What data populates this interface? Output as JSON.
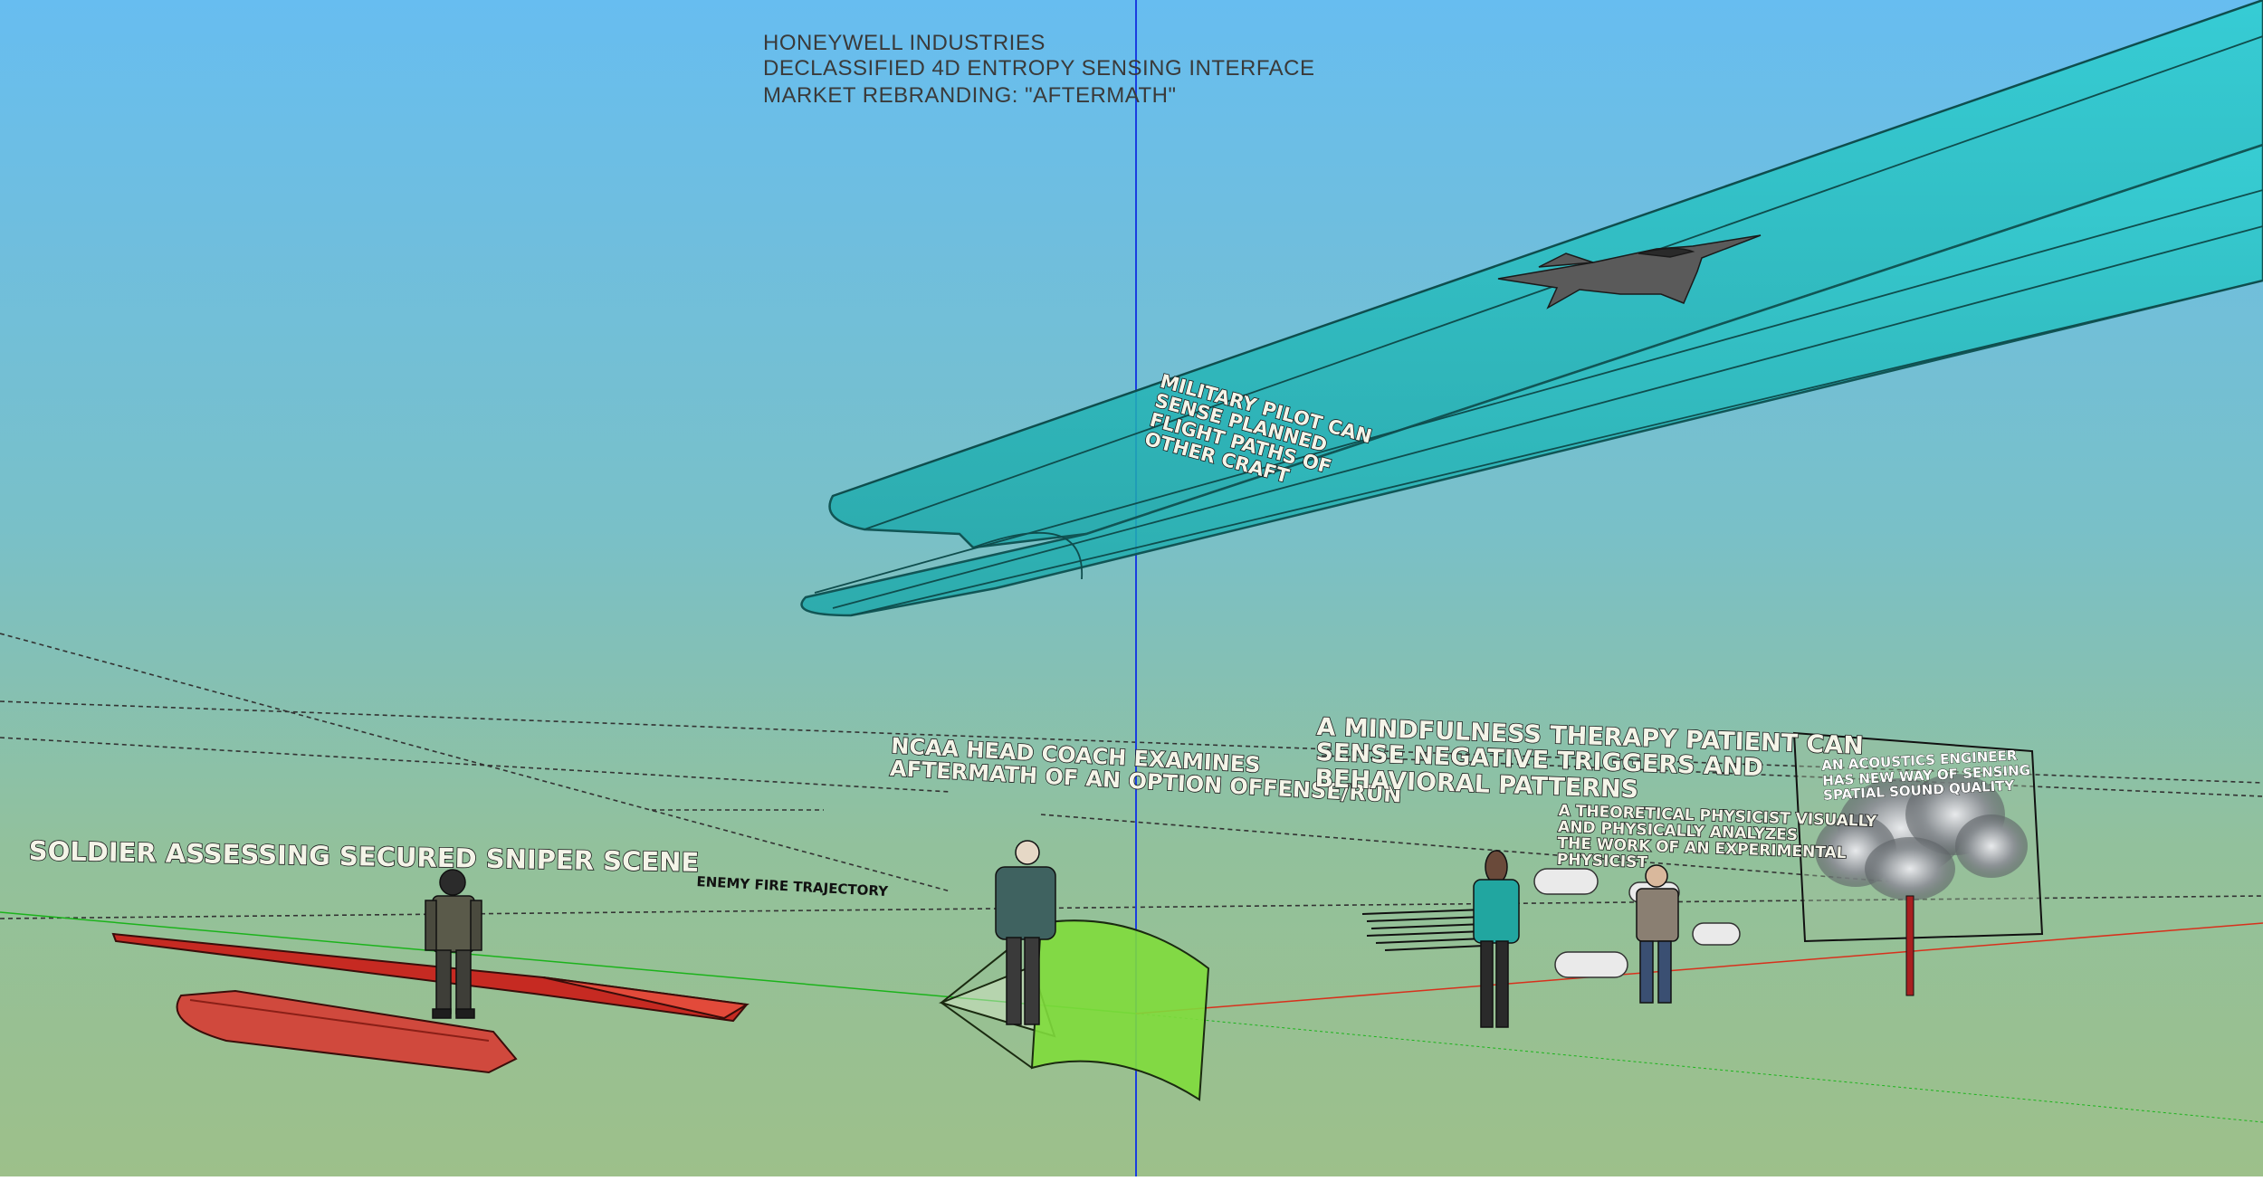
{
  "header": {
    "line1": "HONEYWELL INDUSTRIES",
    "line2": "DECLASSIFIED 4D ENTROPY SENSING INTERFACE",
    "line3": "MARKET REBRANDING: \"AFTERMATH\""
  },
  "labels": {
    "pilot": "MILITARY PILOT CAN\nSENSE PLANNED\nFLIGHT PATHS OF\nOTHER CRAFT",
    "soldier": "SOLDIER ASSESSING SECURED SNIPER SCENE",
    "enemy_fire": "ENEMY FIRE TRAJECTORY",
    "coach": "NCAA HEAD COACH EXAMINES\nAFTERMATH OF AN OPTION OFFENSE/RUN",
    "mindfulness": "A MINDFULNESS THERAPY PATIENT CAN\nSENSE NEGATIVE TRIGGERS AND\nBEHAVIORAL PATTERNS",
    "physicist": "A THEORETICAL PHYSICIST VISUALLY\nAND PHYSICALLY ANALYZES\nTHE WORK OF AN EXPERIMENTAL\nPHYSICIST",
    "acoustics": "AN ACOUSTICS ENGINEER\nHAS NEW WAY OF SENSING\nSPATIAL SOUND QUALITY"
  },
  "colors": {
    "sky_top": "#67bdf0",
    "sky_mid": "#74c3d0",
    "ground": "#9cc28a",
    "tube": "#2fc4c4",
    "red_trajectory": "#c62a22",
    "green_shape": "#7fdc3c",
    "blue_axis": "#1a3de0",
    "green_axis": "#1bb31b",
    "red_axis": "#d8301c"
  }
}
